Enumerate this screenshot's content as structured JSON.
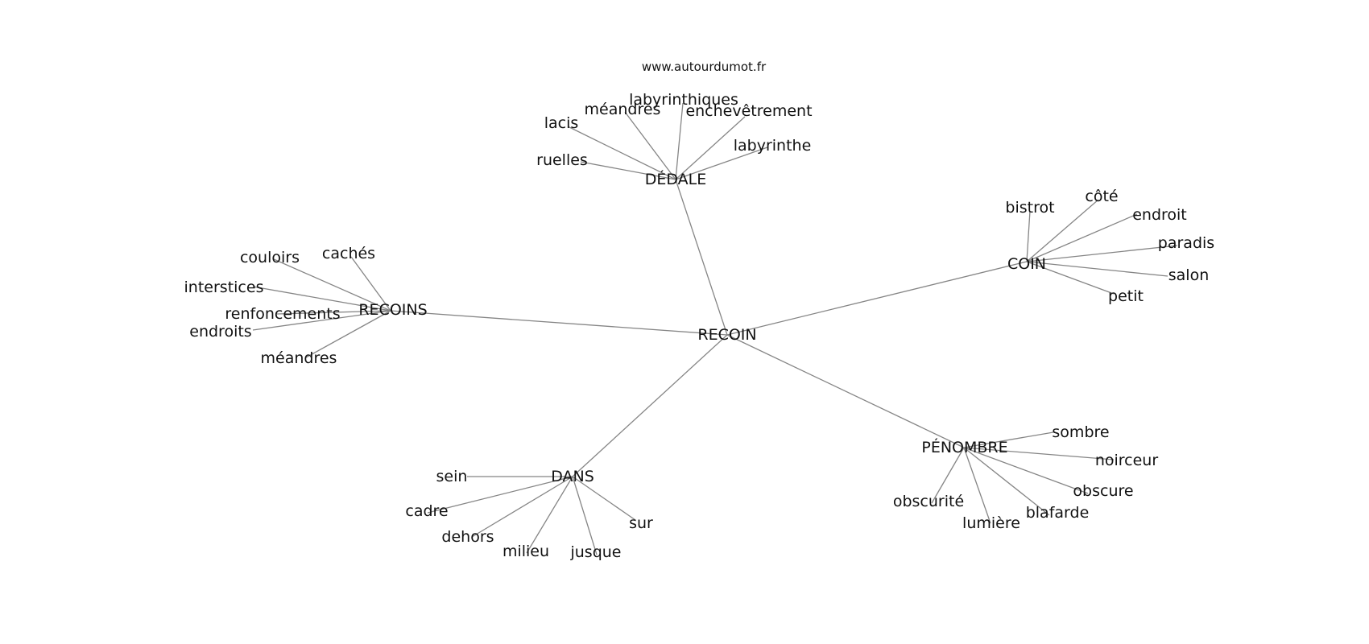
{
  "source": "www.autourdumot.fr",
  "center": "RECOIN",
  "clusters": [
    {
      "hub": "DÉDALE",
      "words": [
        "ruelles",
        "lacis",
        "méandres",
        "labyrinthiques",
        "enchevêtrement",
        "labyrinthe"
      ]
    },
    {
      "hub": "COIN",
      "words": [
        "bistrot",
        "côté",
        "endroit",
        "paradis",
        "salon",
        "petit"
      ]
    },
    {
      "hub": "RECOINS",
      "words": [
        "couloirs",
        "cachés",
        "interstices",
        "renfoncements",
        "endroits",
        "méandres"
      ]
    },
    {
      "hub": "DANS",
      "words": [
        "sein",
        "cadre",
        "dehors",
        "milieu",
        "jusque",
        "sur"
      ]
    },
    {
      "hub": "PÉNOMBRE",
      "words": [
        "sombre",
        "noirceur",
        "obscure",
        "blafarde",
        "lumière",
        "obscurité"
      ]
    }
  ]
}
